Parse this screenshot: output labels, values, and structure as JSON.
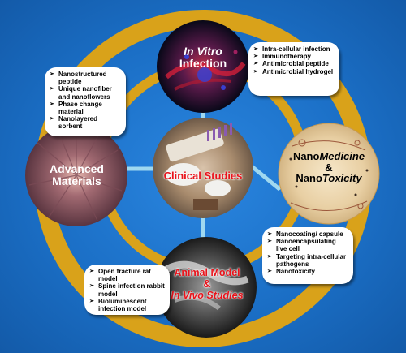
{
  "nodes": {
    "in_vitro": {
      "line1": "In Vitro",
      "line2": "Infection"
    },
    "advanced": {
      "line1": "Advanced",
      "line2": "Materials"
    },
    "clinical": {
      "label": "Clinical Studies"
    },
    "nano": {
      "line1a": "Nano",
      "line1b": "Medicine",
      "line2": "&",
      "line3a": "Nano",
      "line3b": "Toxicity"
    },
    "animal": {
      "line1": "Animal Model",
      "line2": "&",
      "line3": "In Vivo Studies"
    }
  },
  "boxes": {
    "in_vitro": [
      "Intra-cellular infection",
      "Immunotherapy",
      "Antimicrobial peptide",
      "Antimicrobial hydrogel"
    ],
    "advanced": [
      "Nanostructured peptide",
      "Unique nanofiber and nanoflowers",
      "Phase change material",
      "Nanolayered sorbent"
    ],
    "nano": [
      "Nanocoating/ capsule",
      "Nanoencapsulating live cell",
      "Targeting intra-cellular pathogens",
      "Nanotoxicity"
    ],
    "animal": [
      "Open fracture rat model",
      "Spine infection rabbit model",
      "Bioluminescent infection model"
    ]
  },
  "colors": {
    "background": "#1b6fc6",
    "ring": "#d9a21a",
    "connector": "#9fd8f0",
    "label_red": "#e8131b",
    "label_white": "#ffffff"
  },
  "icons": [
    "photo-invitro",
    "photo-advanced",
    "photo-clinical",
    "photo-nano",
    "photo-animal"
  ]
}
